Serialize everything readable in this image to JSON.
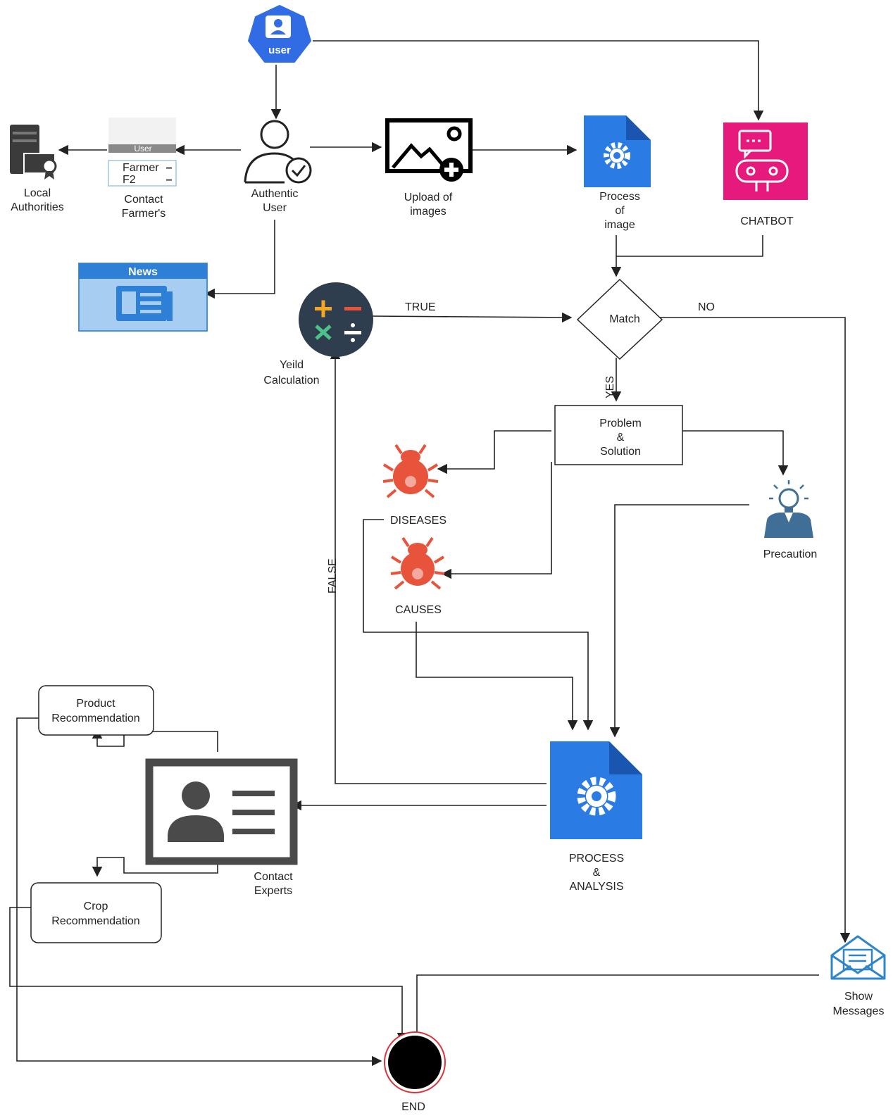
{
  "nodes": {
    "user": {
      "icon": "user-badge-icon",
      "label": "user",
      "color": "#326ce5"
    },
    "local_authorities": {
      "icon": "server-certificate-icon",
      "line1": "Local",
      "line2": "Authorities"
    },
    "contact_farmers": {
      "icon": "user-table-icon",
      "table_header": "User",
      "row1": "Farmer",
      "row2": "F2",
      "line1": "Contact",
      "line2": "Farmer's"
    },
    "authentic_user": {
      "icon": "user-check-icon",
      "line1": "Authentic",
      "line2": "User"
    },
    "upload_images": {
      "icon": "image-add-icon",
      "line1": "Upload of",
      "line2": "images"
    },
    "process_of_image": {
      "icon": "gear-document-icon",
      "line1": "Process",
      "line2": "of",
      "line3": "image",
      "color": "#2b7be4"
    },
    "chatbot": {
      "icon": "robot-chat-icon",
      "label": "CHATBOT",
      "color": "#e6197d"
    },
    "news": {
      "icon": "newspaper-icon",
      "label": "News",
      "color": "#2e7fd6"
    },
    "yield_calc": {
      "icon": "calculator-symbols-icon",
      "line1": "Yeild",
      "line2": "Calculation",
      "color": "#2f3e4e"
    },
    "match": {
      "label": "Match"
    },
    "problem_solution": {
      "line1": "Problem",
      "line2": "&",
      "line3": "Solution"
    },
    "diseases": {
      "icon": "bug-icon",
      "label": "DISEASES",
      "color": "#e8533c"
    },
    "causes": {
      "icon": "bug-icon",
      "label": "CAUSES",
      "color": "#e8533c"
    },
    "precaution": {
      "icon": "idea-person-icon",
      "label": "Precaution",
      "color": "#3f6f97"
    },
    "process_analysis": {
      "icon": "gear-document-icon",
      "line1": "PROCESS",
      "line2": "&",
      "line3": "ANALYSIS",
      "color": "#2b7be4"
    },
    "product_rec": {
      "line1": "Product",
      "line2": "Recommendation"
    },
    "contact_experts": {
      "icon": "id-card-icon",
      "line1": "Contact",
      "line2": "Experts"
    },
    "crop_rec": {
      "line1": "Crop",
      "line2": "Recommendation"
    },
    "show_messages": {
      "icon": "envelope-icon",
      "line1": "Show",
      "line2": "Messages",
      "color": "#2e86c8"
    },
    "end": {
      "label": "END"
    }
  },
  "edge_labels": {
    "true": "TRUE",
    "no": "NO",
    "yes": "YES",
    "false": "FALSE"
  }
}
